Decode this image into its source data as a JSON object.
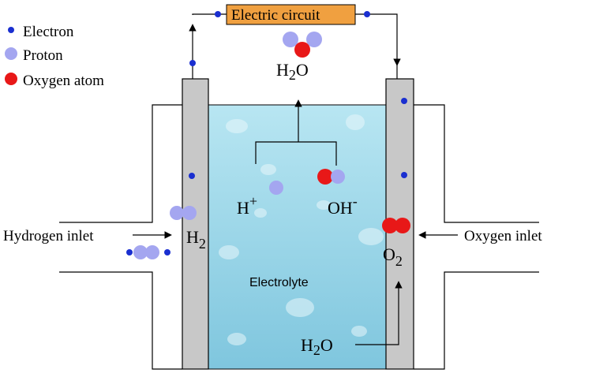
{
  "legend": {
    "electron": "Electron",
    "proton": "Proton",
    "oxygen_atom": "Oxygen atom"
  },
  "labels": {
    "electric_circuit": "Electric circuit",
    "water_top_main": "H",
    "water_top_sub": "2",
    "water_top_end": "O",
    "h_plus_main": "H",
    "h_plus_sup": "+",
    "oh_minus_main": "OH",
    "oh_minus_sup": "-",
    "h2_main": "H",
    "h2_sub": "2",
    "o2_main": "O",
    "o2_sub": "2",
    "electrolyte": "Electrolyte",
    "water_bottom_main": "H",
    "water_bottom_sub": "2",
    "water_bottom_end": "O",
    "hydrogen_inlet": "Hydrogen inlet",
    "oxygen_inlet": "Oxygen inlet"
  },
  "colors": {
    "electron": "#1a2fd0",
    "proton": "#a4a6f0",
    "oxygen": "#e81818",
    "electrode": "#c8c8c8",
    "electrolyte": "#a8dcea",
    "circuit_box": "#f0a040"
  }
}
